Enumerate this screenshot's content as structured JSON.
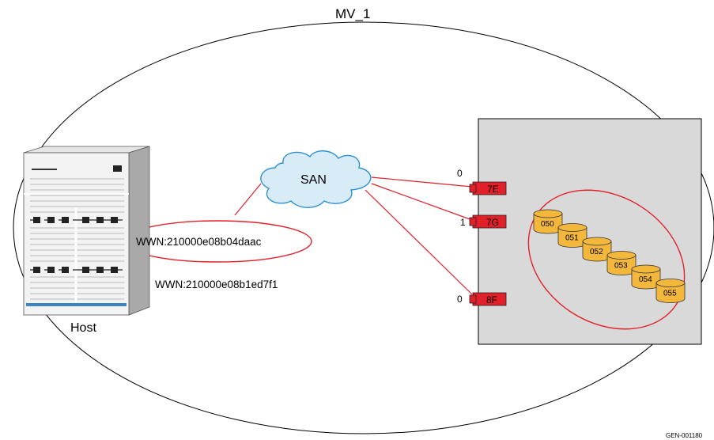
{
  "title": "MV_1",
  "host": {
    "label": "Host"
  },
  "san": {
    "label": "SAN"
  },
  "wwns": [
    "WWN:210000e08b04daac",
    "WWN:210000e08b1ed7f1"
  ],
  "ports": [
    {
      "name": "7E",
      "index": "0"
    },
    {
      "name": "7G",
      "index": "1"
    },
    {
      "name": "8F",
      "index": "0"
    }
  ],
  "devices": [
    "050",
    "051",
    "052",
    "053",
    "054",
    "055"
  ],
  "figure_id": "GEN-001180",
  "colors": {
    "link": "#e2202a",
    "port": "#e2202a",
    "disk": "#f3b73b",
    "array": "#d9d9d9"
  }
}
